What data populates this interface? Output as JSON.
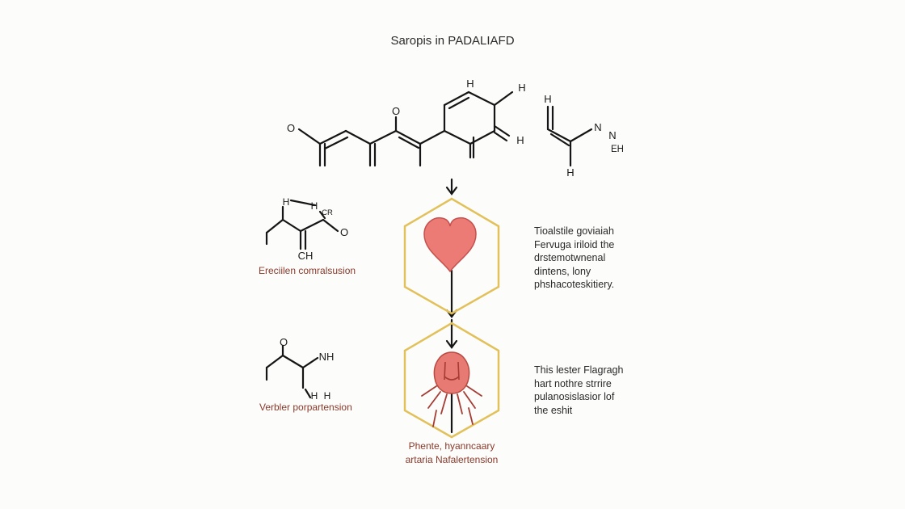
{
  "title": "Saropis in PADALIAFD",
  "molecules": {
    "top_chain": {
      "atom_o_left": "O",
      "atom_o_mid": "O",
      "atom_h_ring_top": "H",
      "atom_h_ring_topright": "H",
      "atom_h_ring_right": "H"
    },
    "top_right": {
      "atom_h_top": "H",
      "atom_n1": "N",
      "atom_n2": "N",
      "atom_eh": "EH",
      "atom_h_bottom": "H"
    },
    "mid_left": {
      "atom_h1": "H",
      "atom_h2": "H",
      "atom_cr": "CR",
      "atom_o": "O",
      "atom_ch": "CH"
    },
    "bottom_left": {
      "atom_o": "O",
      "atom_nh": "NH",
      "atom_h1": "H",
      "atom_h2": "H"
    }
  },
  "captions": {
    "mid_left": "Ereciilen comralsusion",
    "bottom_left": "Verbler porpartension",
    "bottom_center_line1": "Phente, hyanncaary",
    "bottom_center_line2": "artaria Nafalertension"
  },
  "descriptions": {
    "upper": [
      "Tioalstile goviaiah",
      "Fervuga iriloid the",
      "drstemotwnenal",
      "dintens, lony",
      "phshacoteskitiery."
    ],
    "lower": [
      "This  lester Flagragh",
      "hart nothre strrire",
      "pulanosislasior lof",
      "the eshit"
    ]
  },
  "colors": {
    "hexagon_stroke": "#e2c15a",
    "heart_fill": "#ec7b76",
    "organ_fill": "#e77a72",
    "caption_text": "#8a3a2a",
    "line": "#151515"
  },
  "icons": [
    "heart-icon",
    "organ-icon"
  ]
}
